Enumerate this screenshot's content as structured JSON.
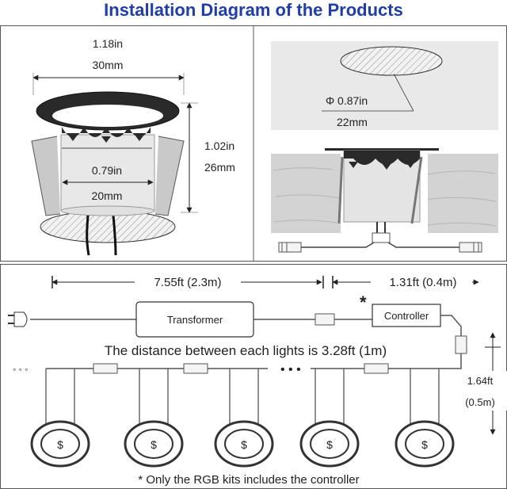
{
  "title": "Installation Diagram of the Products",
  "panel_left": {
    "width_in": "1.18in",
    "width_mm": "30mm",
    "height_in": "1.02in",
    "height_mm": "26mm",
    "inner_in": "0.79in",
    "inner_mm": "20mm"
  },
  "panel_right": {
    "hole_in": "Φ 0.87in",
    "hole_mm": "22mm"
  },
  "wiring": {
    "dist_transformer": "7.55ft (2.3m)",
    "dist_controller": "1.31ft (0.4m)",
    "transformer_label": "Transformer",
    "controller_label": "Controller",
    "asterisk": "*",
    "distance_note": "The distance between each lights is 3.28ft (1m)",
    "vertical_ft": "1.64ft",
    "vertical_m": "(0.5m)",
    "continuation_left": "◦ ◦ ◦",
    "continuation_mid": "• • •",
    "footnote": "* Only the RGB kits includes the controller"
  },
  "colors": {
    "title": "#1f3ea8",
    "wood": "#d3d3d3",
    "metal": "#bdbdbd",
    "dark": "#2a2a2a"
  }
}
